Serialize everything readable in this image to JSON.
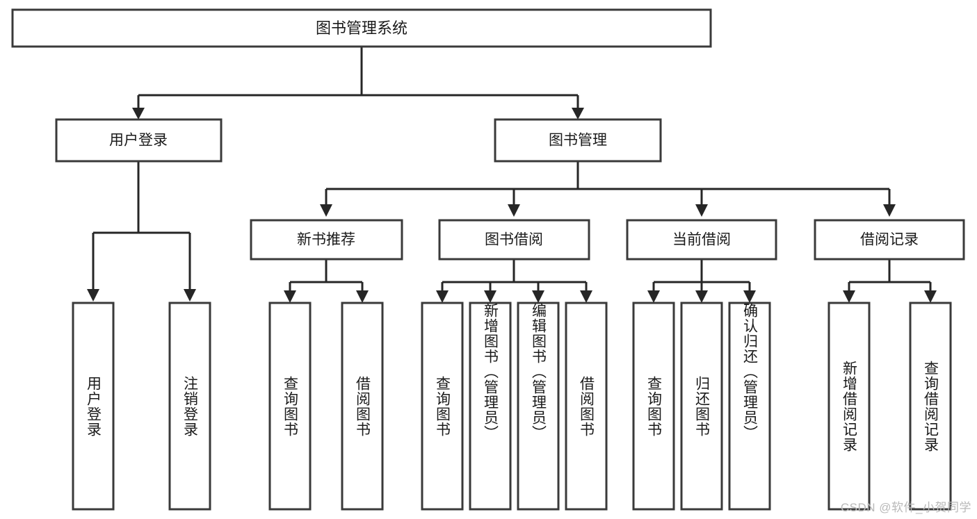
{
  "diagram": {
    "type": "tree",
    "title": "图书管理系统",
    "watermark": "CSDN @软件_小贺同学",
    "colors": {
      "box_stroke": "#3a3a3a",
      "connector": "#262626",
      "box_fill": "#ffffff",
      "text": "#1a1a1a",
      "watermark": "#b9b9b9"
    },
    "root": {
      "label": "图书管理系统"
    },
    "level2": [
      {
        "label": "用户登录"
      },
      {
        "label": "图书管理"
      }
    ],
    "level3": [
      {
        "label": "新书推荐"
      },
      {
        "label": "图书借阅"
      },
      {
        "label": "当前借阅"
      },
      {
        "label": "借阅记录"
      }
    ],
    "leaves": {
      "user_login": [
        {
          "label": "用户登录"
        },
        {
          "label": "注销登录"
        }
      ],
      "new_book": [
        {
          "label": "查询图书"
        },
        {
          "label": "借阅图书"
        }
      ],
      "book_borrow": [
        {
          "label": "查询图书"
        },
        {
          "label": "新增图书（管理员）"
        },
        {
          "label": "编辑图书（管理员）"
        },
        {
          "label": "借阅图书"
        }
      ],
      "current_borrow": [
        {
          "label": "查询图书"
        },
        {
          "label": "归还图书"
        },
        {
          "label": "确认归还（管理员）"
        }
      ],
      "borrow_record": [
        {
          "label": "新增借阅记录"
        },
        {
          "label": "查询借阅记录"
        }
      ]
    }
  }
}
